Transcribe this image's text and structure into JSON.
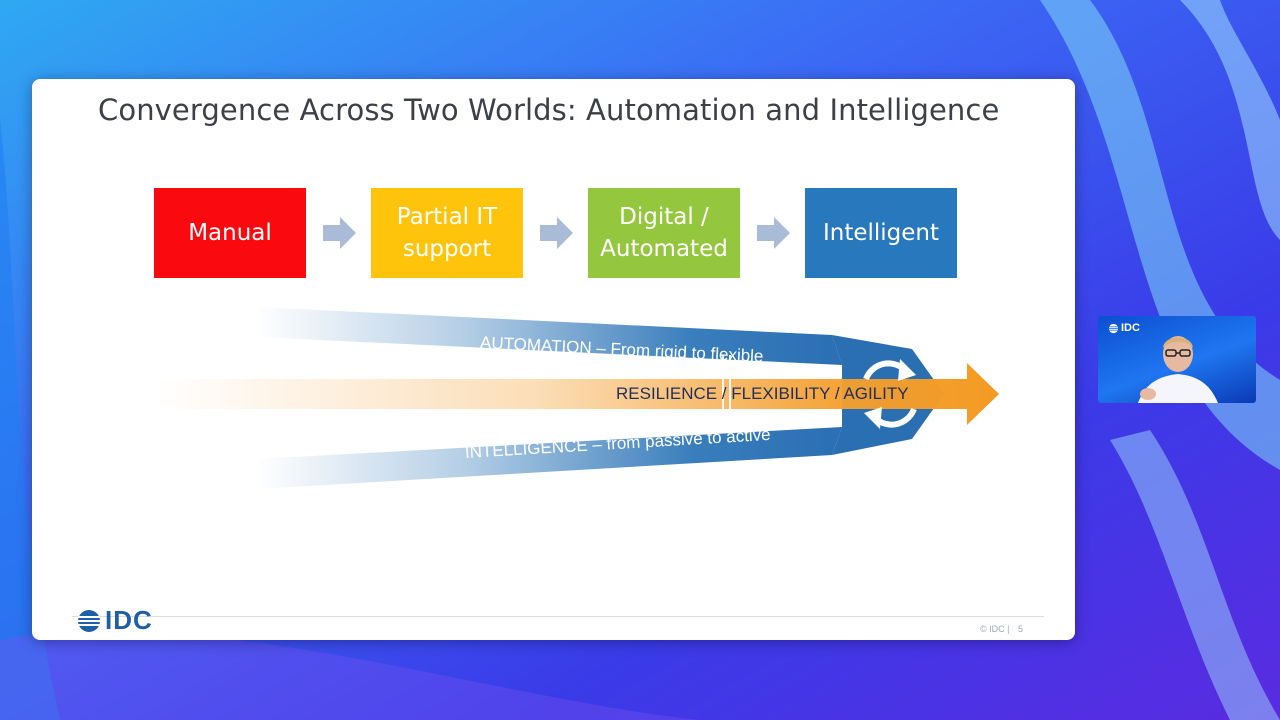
{
  "slide": {
    "title": "Convergence Across Two Worlds: Automation and Intelligence",
    "stages": [
      {
        "lines": [
          "Manual"
        ],
        "color": "#fa0a0f"
      },
      {
        "lines": [
          "Partial IT",
          "support"
        ],
        "color": "#fec40c"
      },
      {
        "lines": [
          "Digital /",
          "Automated"
        ],
        "color": "#94c73e"
      },
      {
        "lines": [
          "Intelligent"
        ],
        "color": "#2778bd"
      }
    ],
    "bands": {
      "automation": "AUTOMATION – From rigid to flexible",
      "resilience": "RESILIENCE / FLEXIBILITY / AGILITY",
      "intelligence": "INTELLIGENCE – from passive to active"
    },
    "footer": {
      "logo": "IDC",
      "copyright": "© IDC |",
      "page_number": "5"
    }
  },
  "video": {
    "logo": "IDC"
  },
  "colors": {
    "automation_band": "#2e76b8",
    "resilience_band": "#f5a031",
    "brand_blue": "#1f5fa8"
  }
}
